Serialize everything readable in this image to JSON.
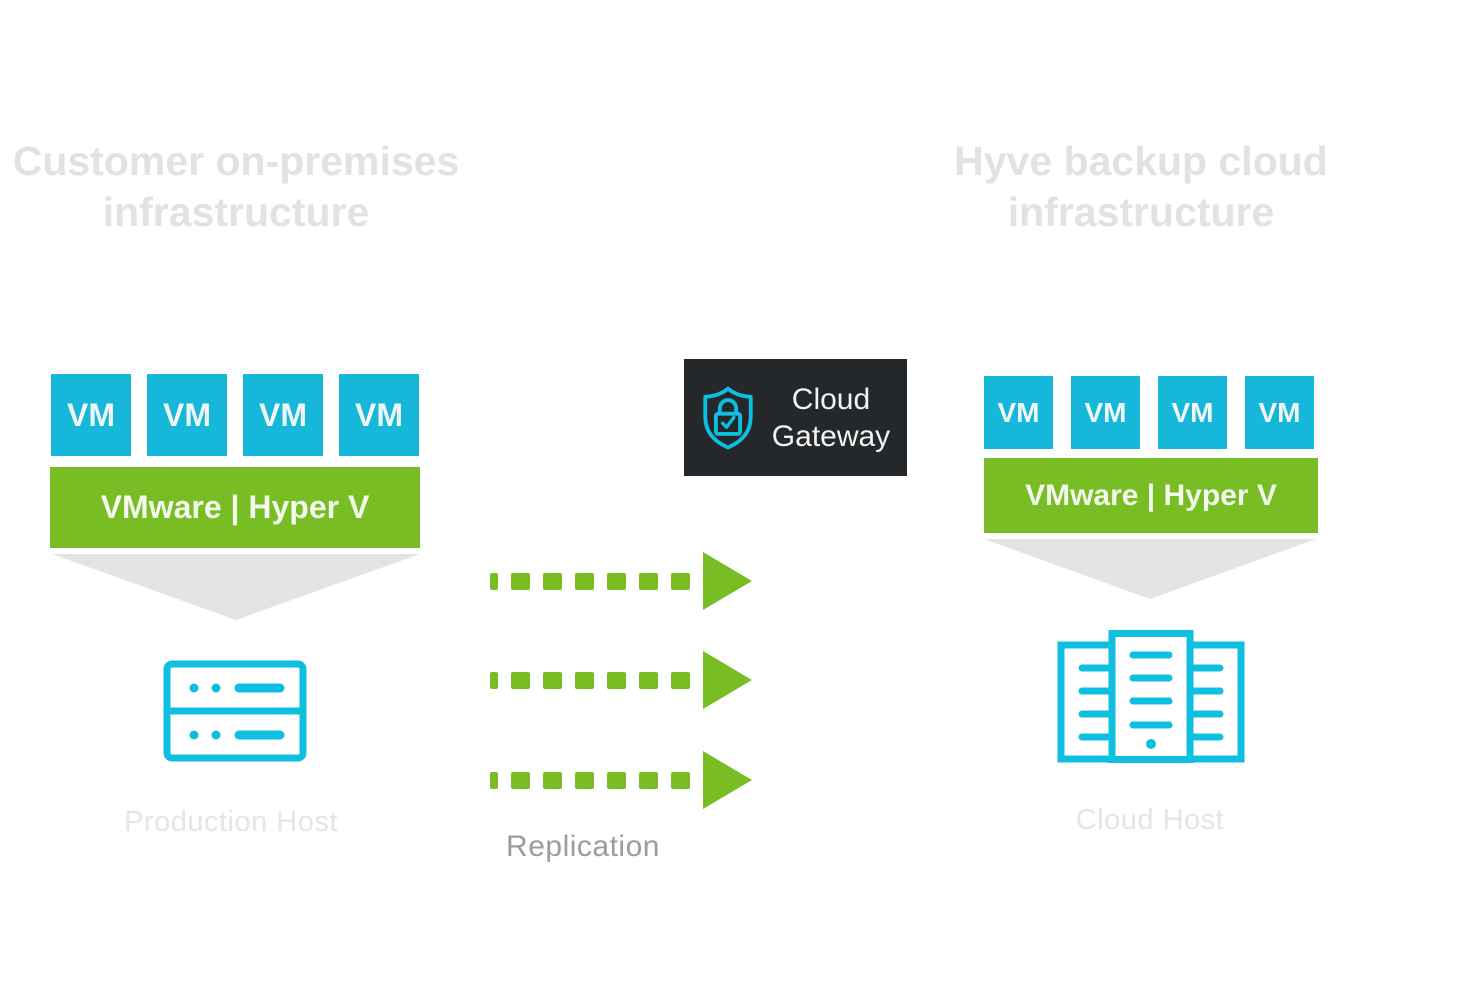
{
  "colors": {
    "cyan": "#17b7d9",
    "icon_cyan": "#0fbfdf",
    "green": "#77bd23",
    "gateway_dark": "#24282b",
    "triangle_gray": "#e4e4e4",
    "title_gray": "#e2e2e2",
    "host_label_gray": "#e5e5e5",
    "replication_gray": "#9c9c9c"
  },
  "left": {
    "title_line1": "Customer on-premises",
    "title_line2": "infrastructure",
    "vm_label": "VM",
    "vm_count": 4,
    "hypervisor_label": "VMware | Hyper V",
    "host_label": "Production Host",
    "host_icon": "server-rack-icon"
  },
  "center": {
    "gateway_label": "Cloud Gateway",
    "gateway_icon": "shield-lock-icon",
    "replication_label": "Replication",
    "arrow_count": 3
  },
  "right": {
    "title_line1": "Hyve backup cloud",
    "title_line2": "infrastructure",
    "vm_label": "VM",
    "vm_count": 4,
    "hypervisor_label": "VMware | Hyper V",
    "host_label": "Cloud Host",
    "host_icon": "server-cluster-icon"
  }
}
